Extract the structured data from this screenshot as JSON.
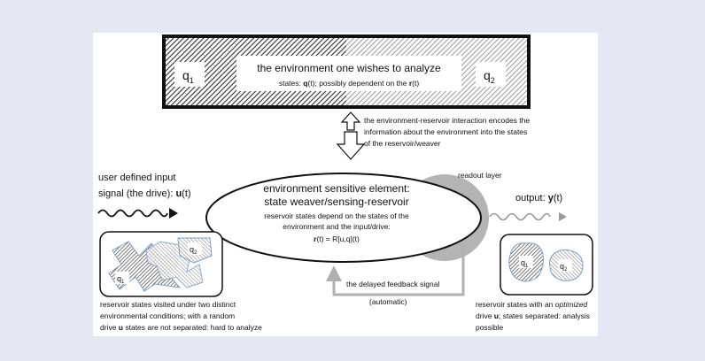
{
  "environment": {
    "title": "the environment one wishes to analyze",
    "states_prefix": "states: ",
    "states_bold": "q",
    "states_mid": "(t); possibly dependent on the ",
    "states_bold2": "r",
    "states_suffix": "(t)",
    "q1_base": "q",
    "q1_sub": "1",
    "q2_base": "q",
    "q2_sub": "2"
  },
  "interaction": {
    "lines": [
      "the environment-reservoir interaction encodes the",
      "information about the environment into the states",
      "of the reservoir/weaver"
    ]
  },
  "input": {
    "line1": "user defined input",
    "line2_prefix": "signal (the drive): ",
    "line2_bold": "u",
    "line2_suffix": "(t)"
  },
  "reservoir": {
    "title1": "environment sensitive element:",
    "title2": "state weaver/sensing-reservoir",
    "desc1": "reservoir states depend on the states of the",
    "desc2": "environment and the input/drive:",
    "formula_bold": "r",
    "formula_rest": "(t) = R[u,q](t)"
  },
  "readout": {
    "label": "readout layer"
  },
  "output": {
    "prefix": "output: ",
    "bold": "y",
    "suffix": "(t)"
  },
  "feedback": {
    "line1": "the delayed feedback signal",
    "line2": "(automatic)"
  },
  "left_inset": {
    "q1_base": "q",
    "q1_sub": "1",
    "q2_base": "q",
    "q2_sub": "2",
    "caption1": "reservoir states visited under two distinct",
    "caption2": "environmental conditions; with a random",
    "caption3_prefix": "drive ",
    "caption3_bold": "u",
    "caption3_suffix": " states are not separated: hard to analyze"
  },
  "right_inset": {
    "q1_base": "q",
    "q1_sub": "1",
    "q2_base": "q",
    "q2_sub": "2",
    "caption1_prefix": "reservoir states with an ",
    "caption1_italic": "optimized",
    "caption2_prefix": "drive ",
    "caption2_bold": "u",
    "caption2_suffix": "; states separated: analysis",
    "caption3": "possible"
  },
  "colors": {
    "background": "#e5e8f2",
    "panel": "#ffffff",
    "hatch_dark": "#333333",
    "hatch_light": "#9a9a9a",
    "readout_fill": "#b4b4b4",
    "feedback_arrow": "#b0b0b0",
    "state_outline": "#7f9ccc"
  }
}
